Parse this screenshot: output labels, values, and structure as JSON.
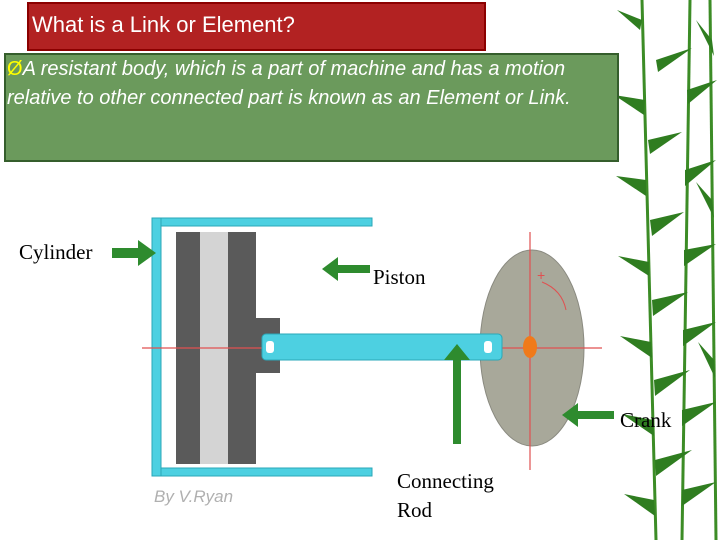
{
  "slide": {
    "title": "What is a Link or Element?",
    "bullet_glyph": "Ø",
    "definition": "A resistant body, which is a part of machine and has a motion relative to other connected part is known as an Element or Link."
  },
  "diagram": {
    "labels": {
      "cylinder": "Cylinder",
      "piston": "Piston",
      "crank": "Crank",
      "connecting_rod_line1": "Connecting",
      "connecting_rod_line2": "Rod"
    },
    "signature": "By V.Ryan"
  },
  "colors": {
    "title_bg": "#b22222",
    "definition_bg": "#6b9a5c",
    "arrow": "#2e8b2e",
    "rod": "#4dd0e1",
    "cylinder_wall": "#4dd0e1",
    "crank_disc": "#a8a89a",
    "background_bamboo": "#2f7d20"
  }
}
